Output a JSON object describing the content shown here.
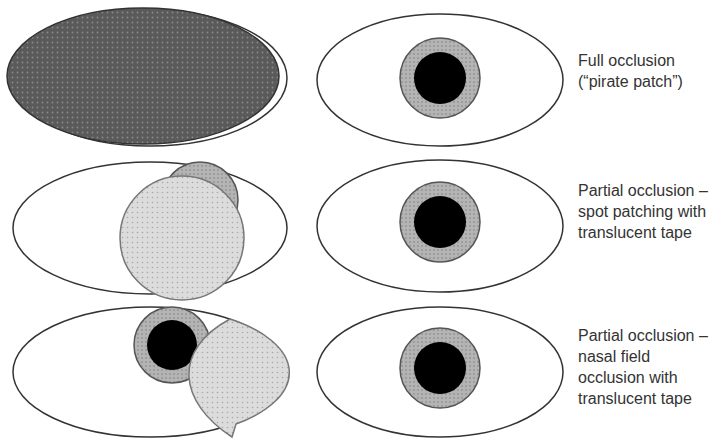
{
  "diagram": {
    "labels": [
      "Full occlusion (“pirate patch”)",
      "Partial occlusion – spot patching with translucent tape",
      "Partial occlusion – nasal field occlusion with translucent tape"
    ]
  }
}
